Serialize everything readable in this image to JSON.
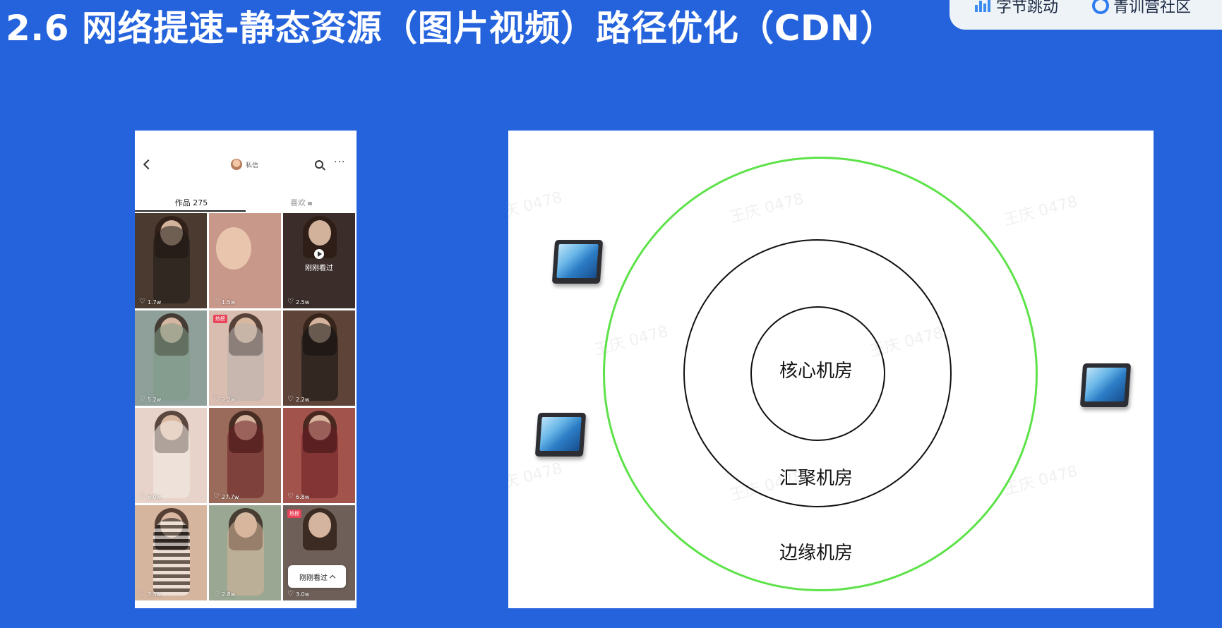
{
  "slide": {
    "title": "2.6 网络提速-静态资源（图片视频）路径优化（CDN）"
  },
  "brand": {
    "left_label": "字节跳动",
    "right_label": "青训营社区"
  },
  "phone": {
    "profile_name": "私信",
    "tab_works": "作品 275",
    "tab_likes": "喜欢",
    "recent_watched_label": "刚刚看过",
    "grid": [
      {
        "likes": "1.7w",
        "color": "#4a3a30"
      },
      {
        "likes": "1.5w",
        "color": "#c8988a"
      },
      {
        "likes": "2.5w",
        "color": "#3b2e2a",
        "overlay": "刚刚看过"
      },
      {
        "likes": "5.2w",
        "color": "#8fa09a"
      },
      {
        "likes": "2.2w",
        "color": "#d9bdb0",
        "badge": "热榜"
      },
      {
        "likes": "2.2w",
        "color": "#5e4338"
      },
      {
        "likes": "6.0w",
        "color": "#e7d3c9"
      },
      {
        "likes": "27.7w",
        "color": "#9a6a5a"
      },
      {
        "likes": "6.8w",
        "color": "#a2544c"
      },
      {
        "likes": "3.5w",
        "color": "#d6b59f"
      },
      {
        "likes": "2.8w",
        "color": "#9aa792"
      },
      {
        "likes": "3.0w",
        "color": "#6e6058",
        "badge": "热榜"
      }
    ]
  },
  "diagram": {
    "core_label": "核心机房",
    "aggregation_label": "汇聚机房",
    "edge_label": "边缘机房",
    "ring_colors": {
      "edge": "#5ee24a",
      "inner": "#111111"
    },
    "watermark": "王庆 0478"
  }
}
